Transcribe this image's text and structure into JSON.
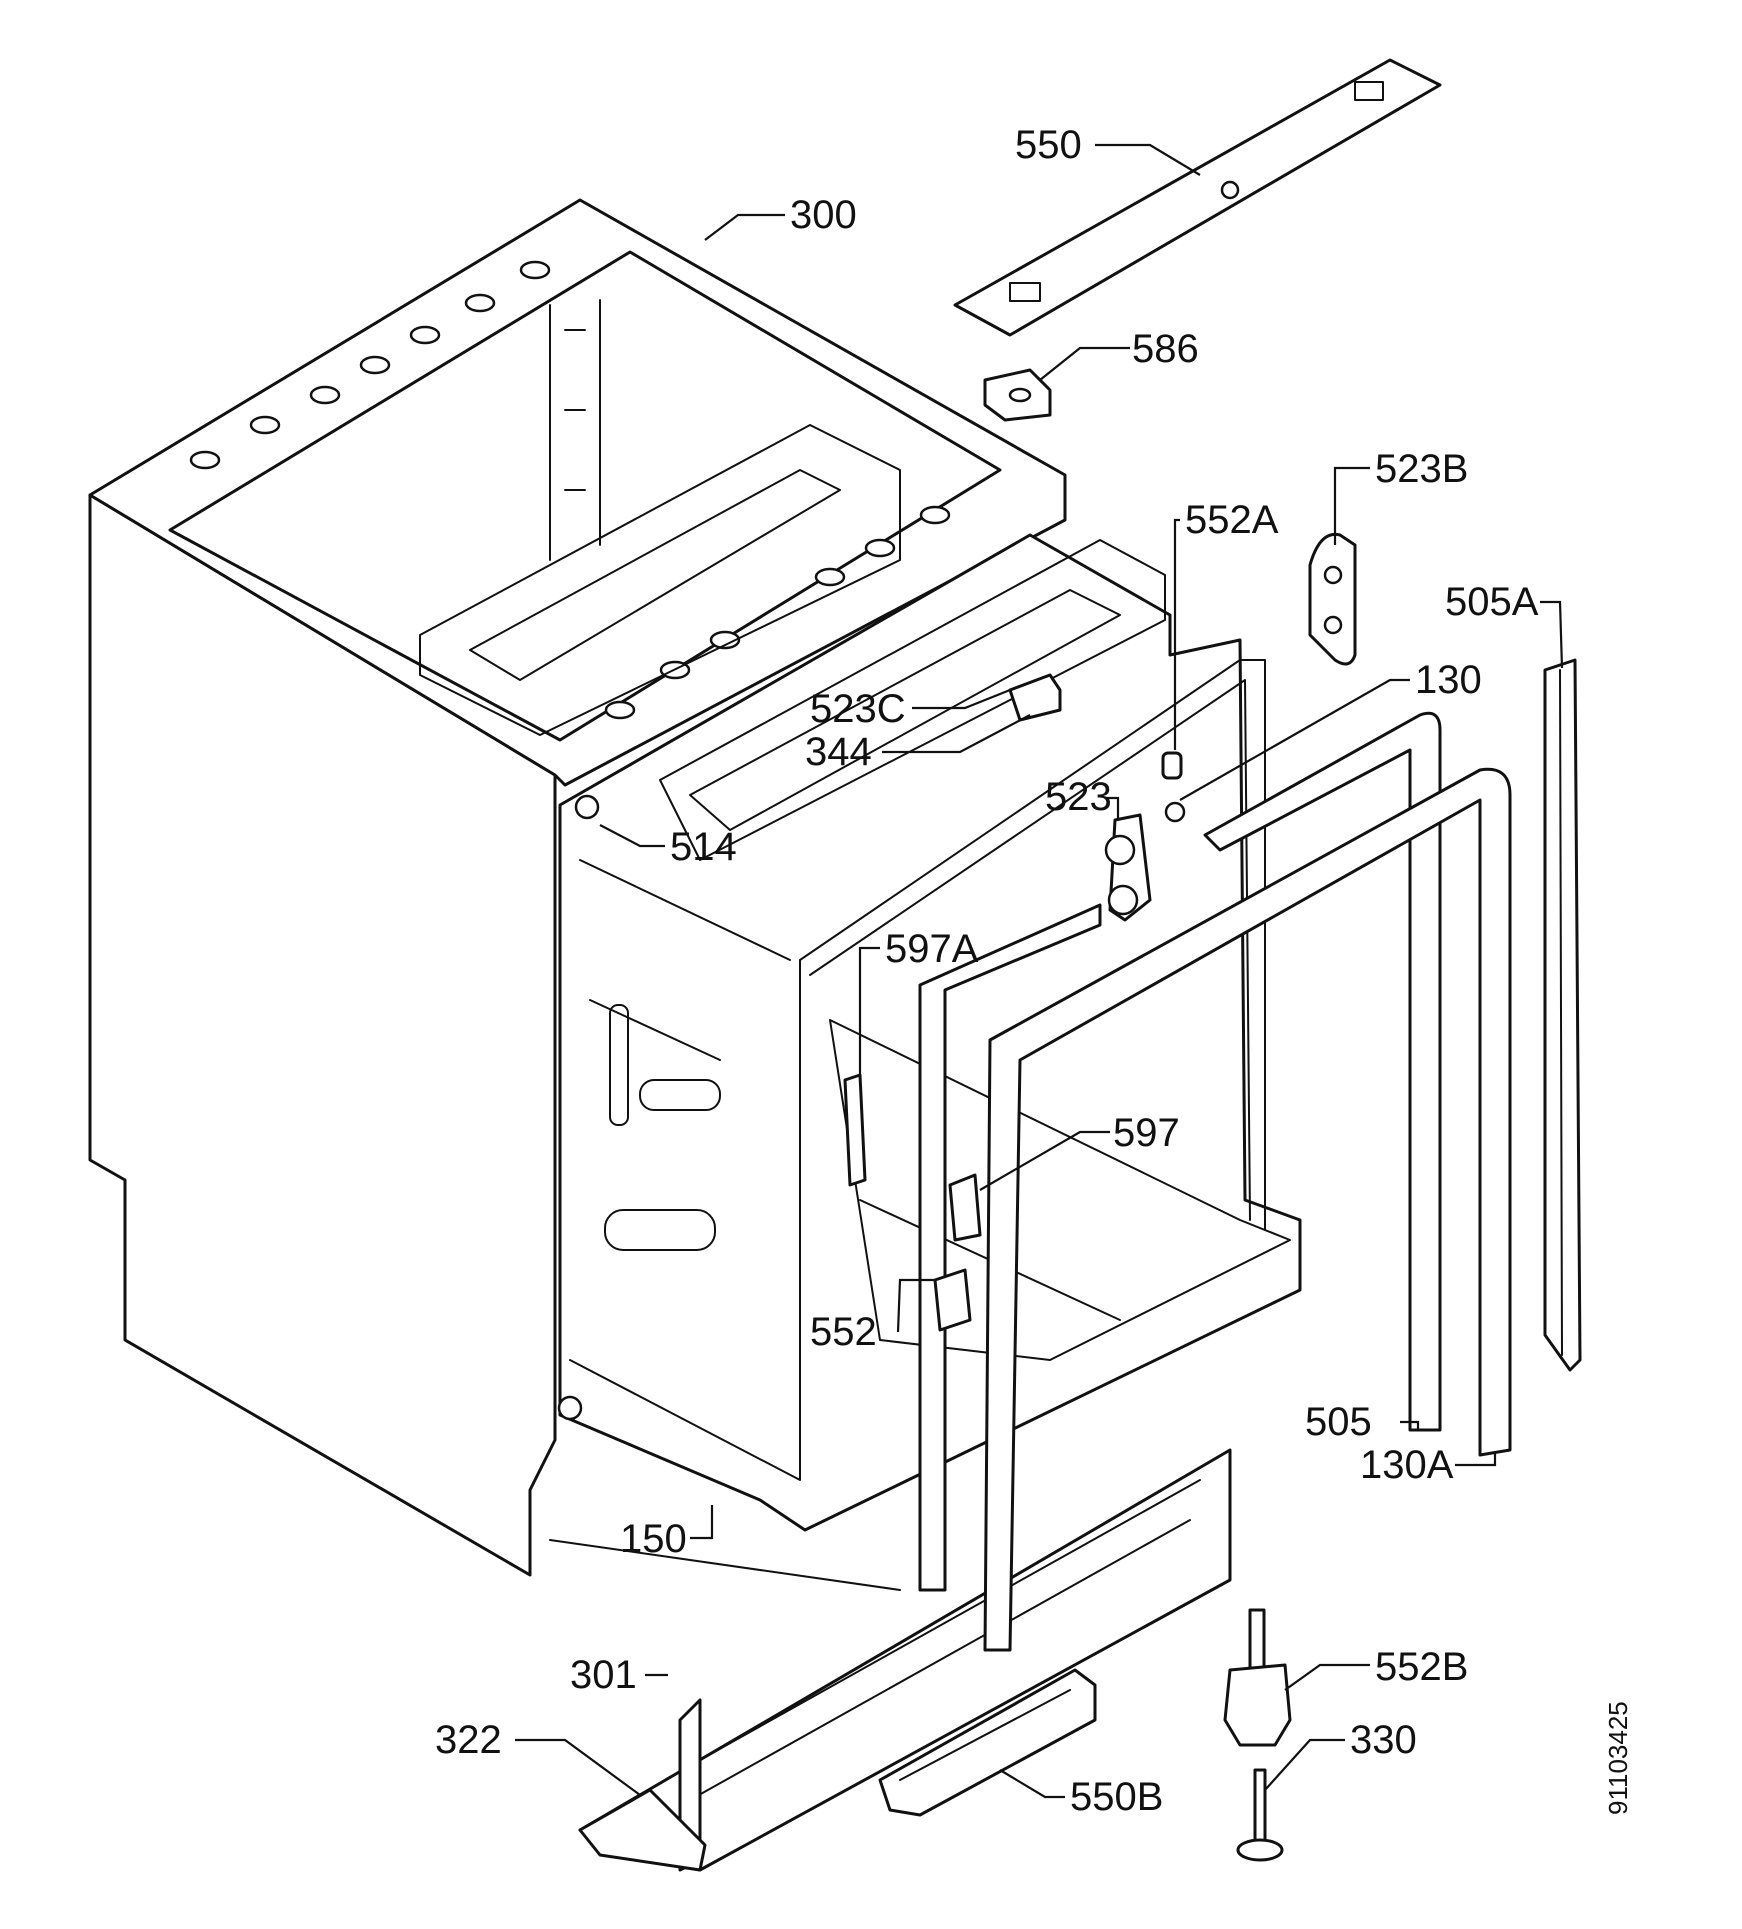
{
  "labels": {
    "p550": "550",
    "p300": "300",
    "p586": "586",
    "p523b": "523B",
    "p552a": "552A",
    "p505a": "505A",
    "p130": "130",
    "p523c": "523C",
    "p344": "344",
    "p523": "523",
    "p514": "514",
    "p597a": "597A",
    "p597": "597",
    "p552": "552",
    "p505": "505",
    "p130a": "130A",
    "p150": "150",
    "p301": "301",
    "p552b": "552B",
    "p322": "322",
    "p330": "330",
    "p550b": "550B"
  },
  "document_number": "91103425"
}
